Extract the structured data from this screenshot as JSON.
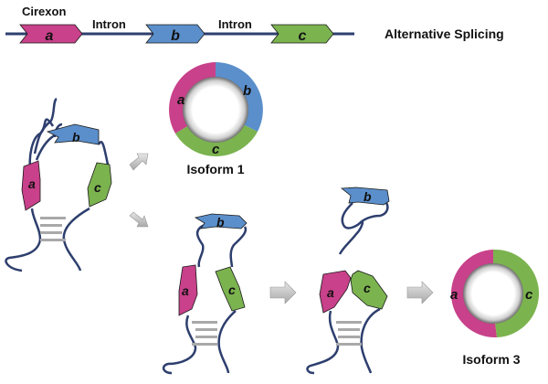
{
  "title": "Alternative Splicing",
  "gene": {
    "cirexon_label": "Cirexon",
    "intron_labels": [
      "Intron",
      "Intron"
    ],
    "exons": [
      {
        "name": "a",
        "color": "#C8418A"
      },
      {
        "name": "b",
        "color": "#5B8FCB"
      },
      {
        "name": "c",
        "color": "#7BB34F"
      }
    ]
  },
  "colors": {
    "strand": "#2E3F6E",
    "arrow": "#BEBEBE",
    "pairing": "#A9A9A9"
  },
  "isoforms": [
    {
      "label": "Isoform 1",
      "exons": [
        "a",
        "b",
        "c"
      ]
    },
    {
      "label": "Isoform 3",
      "exons": [
        "a",
        "c"
      ]
    }
  ]
}
